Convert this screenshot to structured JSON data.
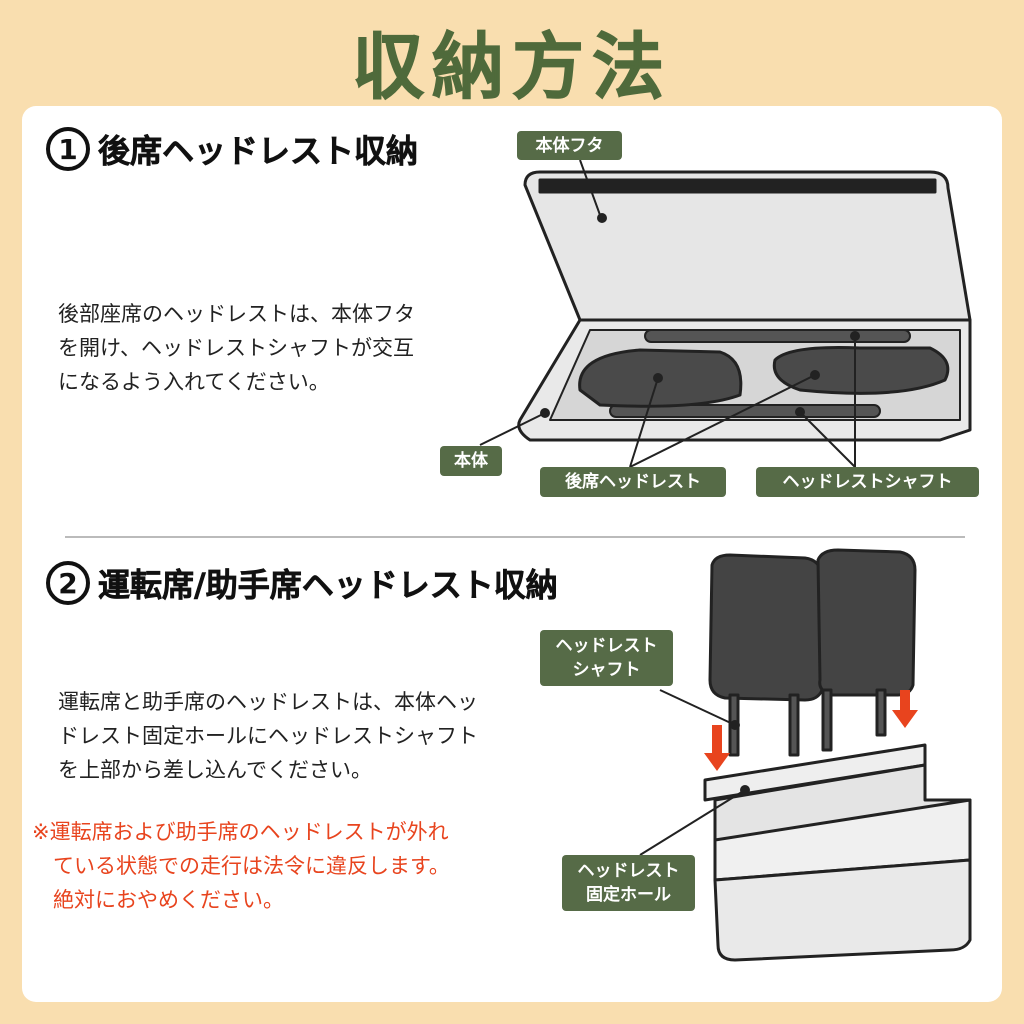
{
  "title": "収納方法",
  "section1": {
    "number": "1",
    "heading": "後席ヘッドレスト収納",
    "body": "後部座席のヘッドレストは、本体フタ\nを開け、ヘッドレストシャフトが交互\nになるよう入れてください。",
    "labels": {
      "lid": "本体フタ",
      "body": "本体",
      "rear_headrest": "後席ヘッドレスト",
      "shaft": "ヘッドレストシャフト"
    }
  },
  "section2": {
    "number": "2",
    "heading": "運転席/助手席ヘッドレスト収納",
    "body": "運転席と助手席のヘッドレストは、本体ヘッ\nドレスト固定ホールにヘッドレストシャフト\nを上部から差し込んでください。",
    "note": "※運転席および助手席のヘッドレストが外れ\n　ている状態での走行は法令に違反します。\n　絶対におやめください。",
    "labels": {
      "shaft": "ヘッドレスト\nシャフト",
      "hole": "ヘッドレスト\n固定ホール"
    }
  },
  "colors": {
    "background": "#f9deaf",
    "accent_green": "#566b47",
    "title_green": "#4f6a3b",
    "warning_red": "#e8441e",
    "arrow_red": "#e8441e"
  }
}
